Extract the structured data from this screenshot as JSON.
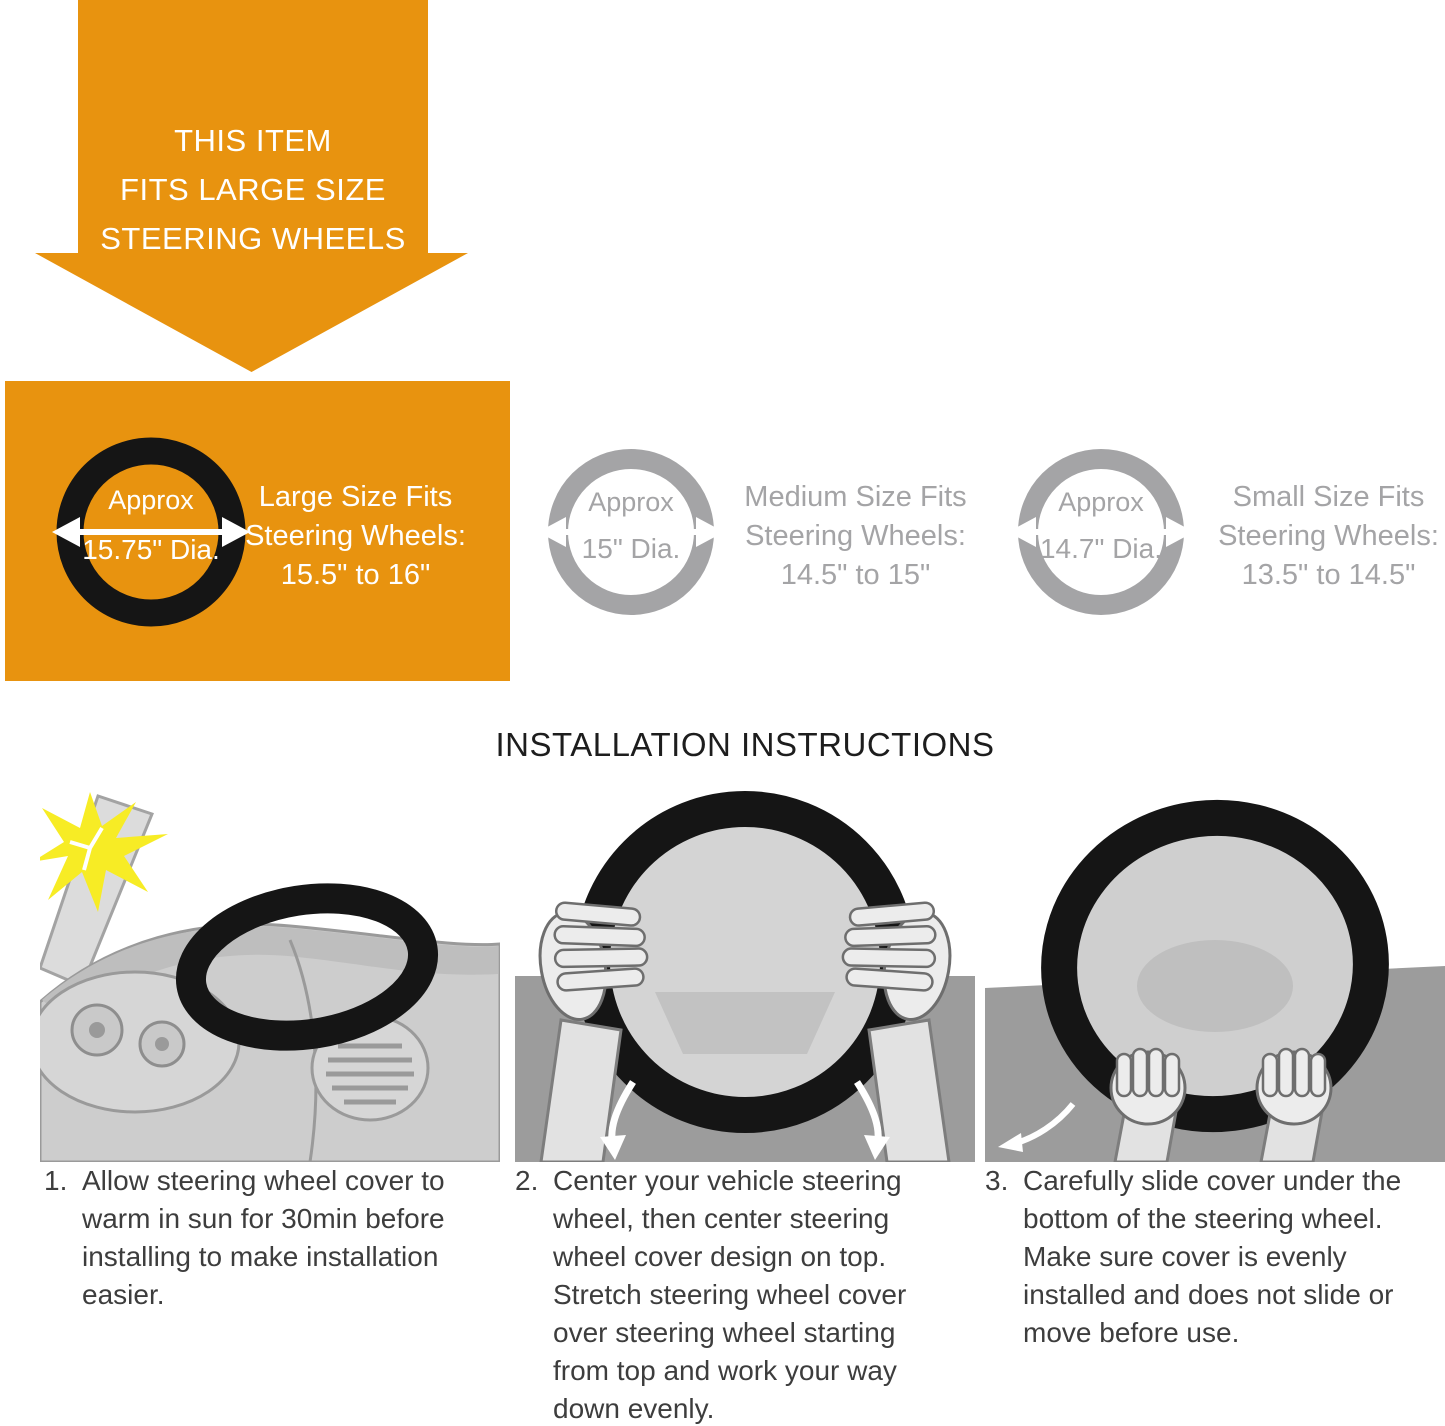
{
  "banner": {
    "line1": "THIS ITEM",
    "line2": "FITS LARGE SIZE",
    "line3": "STEERING WHEELS"
  },
  "sizes": {
    "large": {
      "approx": "Approx",
      "diameter": "15.75\" Dia.",
      "label1": "Large Size Fits",
      "label2": "Steering Wheels:",
      "label3": "15.5\" to 16\""
    },
    "medium": {
      "approx": "Approx",
      "diameter": "15\" Dia.",
      "label1": "Medium Size Fits",
      "label2": "Steering Wheels:",
      "label3": "14.5\" to 15\""
    },
    "small": {
      "approx": "Approx",
      "diameter": "14.7\" Dia.",
      "label1": "Small Size Fits",
      "label2": "Steering Wheels:",
      "label3": "13.5\" to 14.5\""
    }
  },
  "installation": {
    "title": "INSTALLATION INSTRUCTIONS",
    "steps": [
      {
        "number": "1.",
        "text": "Allow steering wheel cover to warm in sun for 30min before installing to make installation easier."
      },
      {
        "number": "2.",
        "text": "Center your vehicle steering wheel, then center steering wheel cover design on top. Stretch steering wheel cover over steering wheel starting from top and work your way down evenly."
      },
      {
        "number": "3.",
        "text": "Carefully slide cover under the bottom of the steering wheel. Make sure cover is evenly installed and does not slide or move before use."
      }
    ]
  },
  "icons": {
    "banner_shape": "down-arrow-banner",
    "diameter_arrow": "double-headed-arrow-icon",
    "sun": "sun-burst-icon",
    "step1": "dashboard-with-cover-illustration",
    "step2": "hands-stretching-cover-illustration",
    "step3": "hands-sliding-cover-under-illustration"
  },
  "colors": {
    "orange": "#E8930F",
    "ring_black": "#151515",
    "ring_gray": "#A4A4A6",
    "panel_gray": "#9C9C9C",
    "sun_yellow": "#F7EC25",
    "text_dark": "#3D3D3D",
    "white": "#FFFFFF"
  }
}
